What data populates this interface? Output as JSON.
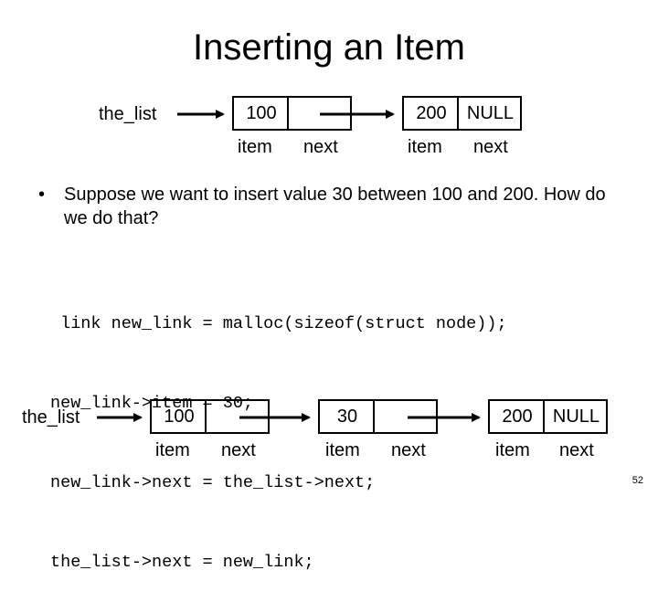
{
  "title": "Inserting an Item",
  "top_diagram": {
    "head_label": "the_list",
    "nodes": [
      {
        "item": "100",
        "next": "",
        "item_caption": "item",
        "next_caption": "next"
      },
      {
        "item": "200",
        "next": "NULL",
        "item_caption": "item",
        "next_caption": "next"
      }
    ]
  },
  "bullet": {
    "text": "Suppose we want to insert value 30 between 100 and 200. How do we do that?"
  },
  "code_lines": [
    " link new_link = malloc(sizeof(struct node));",
    "new_link->item = 30;",
    "new_link->next = the_list->next;",
    "the_list->next = new_link;"
  ],
  "bottom_diagram": {
    "head_label": "the_list",
    "nodes": [
      {
        "item": "100",
        "next": "",
        "item_caption": "item",
        "next_caption": "next"
      },
      {
        "item": "30",
        "next": "",
        "item_caption": "item",
        "next_caption": "next"
      },
      {
        "item": "200",
        "next": "NULL",
        "item_caption": "item",
        "next_caption": "next"
      }
    ]
  },
  "page_number": "52"
}
